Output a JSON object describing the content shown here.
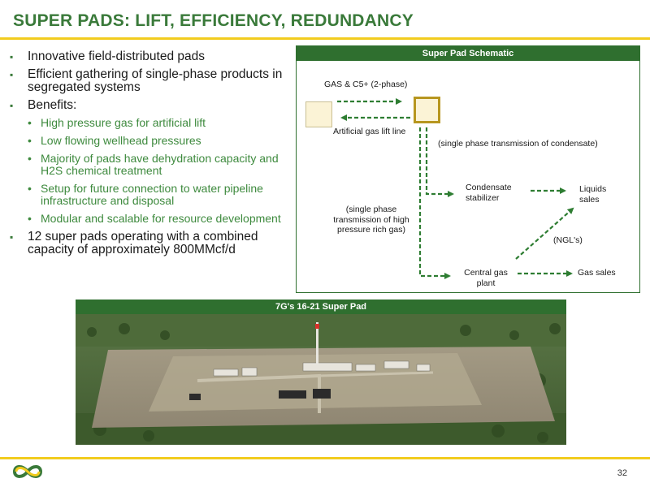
{
  "title": "SUPER PADS: LIFT, EFFICIENCY, REDUNDANCY",
  "bullets": [
    {
      "text": "Innovative field-distributed pads"
    },
    {
      "text": "Efficient gathering of single-phase products in segregated systems"
    },
    {
      "text": "Benefits:"
    },
    {
      "text": "12 super pads operating with a combined capacity of approximately 800MMcf/d"
    }
  ],
  "benefits": [
    "High pressure gas for artificial lift",
    "Low flowing wellhead pressures",
    "Majority of pads have dehydration capacity and H2S chemical treatment",
    "Setup for future connection to water pipeline infrastructure and disposal",
    "Modular and scalable for resource development"
  ],
  "schematic": {
    "header": "Super Pad Schematic",
    "gas_c5": "GAS & C5+ (2-phase)",
    "gas_lift": "Artificial gas lift line",
    "condensate_note": "(single phase transmission of condensate)",
    "condensate_stabilizer": "Condensate stabilizer",
    "liquids_sales": "Liquids sales",
    "rich_gas_note": "(single phase transmission of high pressure rich gas)",
    "ngls": "(NGL's)",
    "central_gas_plant": "Central gas plant",
    "gas_sales": "Gas sales"
  },
  "photo": {
    "caption": "7G's 16-21 Super Pad"
  },
  "page_number": "32",
  "colors": {
    "title_green": "#3a7a3a",
    "accent_yellow": "#f2cc1e",
    "panel_green": "#2f6f2f",
    "arrow_green": "#2e7d32"
  }
}
